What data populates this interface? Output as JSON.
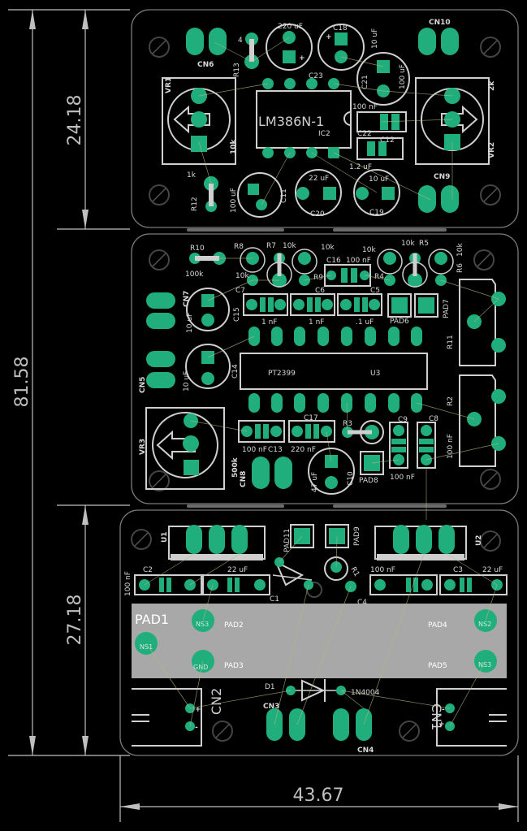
{
  "dimensions": {
    "total_height": "81.58",
    "top_section_height": "24.18",
    "bottom_section_height": "27.18",
    "total_width": "43.67"
  },
  "colors": {
    "background": "#000000",
    "pad": "#1fae7c",
    "silkscreen": "#cfcfcf",
    "outline": "#7a7a7a",
    "copper_pour": "#a8a8a8",
    "airwire": "#b8b880"
  },
  "top_board": {
    "ic_label": "LM386N-1",
    "ic_name": "IC2",
    "labels": {
      "cn6": "CN6",
      "cn10": "CN10",
      "cn9": "CN9",
      "vr1": "VR1",
      "vr2": "VR2",
      "vr1_value": "10k",
      "vr2_value": "2k",
      "r13": "R13",
      "r13_value": "4",
      "c18": "C18",
      "c18_value": "10 uF",
      "c23": "C23",
      "c23_value": "220 uF",
      "c21": "C21",
      "c21_value": "100 uF",
      "c22": "C22",
      "c22_value": "100 nF",
      "c12": "C12",
      "c12_value": "1.2 uF",
      "r12": "R12",
      "r12_value": "1k",
      "c11": "C11",
      "c11_value": "100 uF",
      "c20": "C20",
      "c20_value": "22 uF",
      "c19": "C19",
      "c19_value": "10 uF"
    }
  },
  "middle_board": {
    "ic_label": "PT2399",
    "ic_name": "U3",
    "labels": {
      "r10": "R10",
      "r10_value": "100k",
      "r8": "R8",
      "r8_value": "10k",
      "r7": "R7",
      "r7_value": "10k",
      "r9": "R9",
      "r9_value": "10k",
      "c16": "C16",
      "c16_value": "100 nF",
      "r4": "R4",
      "r4_value": "10k",
      "r5": "R5",
      "r5_value": "10k",
      "r6": "R6",
      "r6_value": "10k",
      "c7": "C7",
      "c6": "C6",
      "c5": "C5",
      "c7_value": "1 nF",
      "c6_value": "1 nF",
      "c5_value": ".1 uF",
      "pad6": "PAD6",
      "pad7": "PAD7",
      "cn7": "CN7",
      "c15": "C15",
      "c15_value": "10 uF",
      "cn5": "CN5",
      "c14": "C14",
      "c14_value": "10 uF",
      "r11": "R11",
      "r2": "R2",
      "r2_value": "100 nF",
      "vr3": "VR3",
      "vr3_value": "500k",
      "c13": "C13",
      "c13_value": "100 nF",
      "c17": "C17",
      "c17_value": "220 nF",
      "r3": "R3",
      "c9": "C9",
      "c8": "C8",
      "c9_value": "100 nF",
      "cn8": "CN8",
      "c10": "C10",
      "c10_value": "47 uF",
      "pad8": "PAD8"
    }
  },
  "bottom_board": {
    "labels": {
      "u1": "U1",
      "u2": "U2",
      "pad11": "PAD11",
      "pad9": "PAD9",
      "r1": "R1",
      "c4": "C4",
      "c1": "C1",
      "c2": "C2",
      "c2_value": "100 nF",
      "c2_value2": "22 uF",
      "c3": "C3",
      "c3_value": "100 nF",
      "c3_value2": "22 uF",
      "pad1": "PAD1",
      "pad2": "PAD2",
      "pad3": "PAD3",
      "pad4": "PAD4",
      "pad5": "PAD5",
      "ns3": "NS3",
      "gnd": "GND",
      "ns2": "NS2",
      "ns1": "NS1",
      "d1": "D1",
      "d1_value": "1N4004",
      "cn2": "CN2",
      "cn1": "CN1",
      "cn3": "CN3",
      "cn4": "CN4"
    }
  }
}
